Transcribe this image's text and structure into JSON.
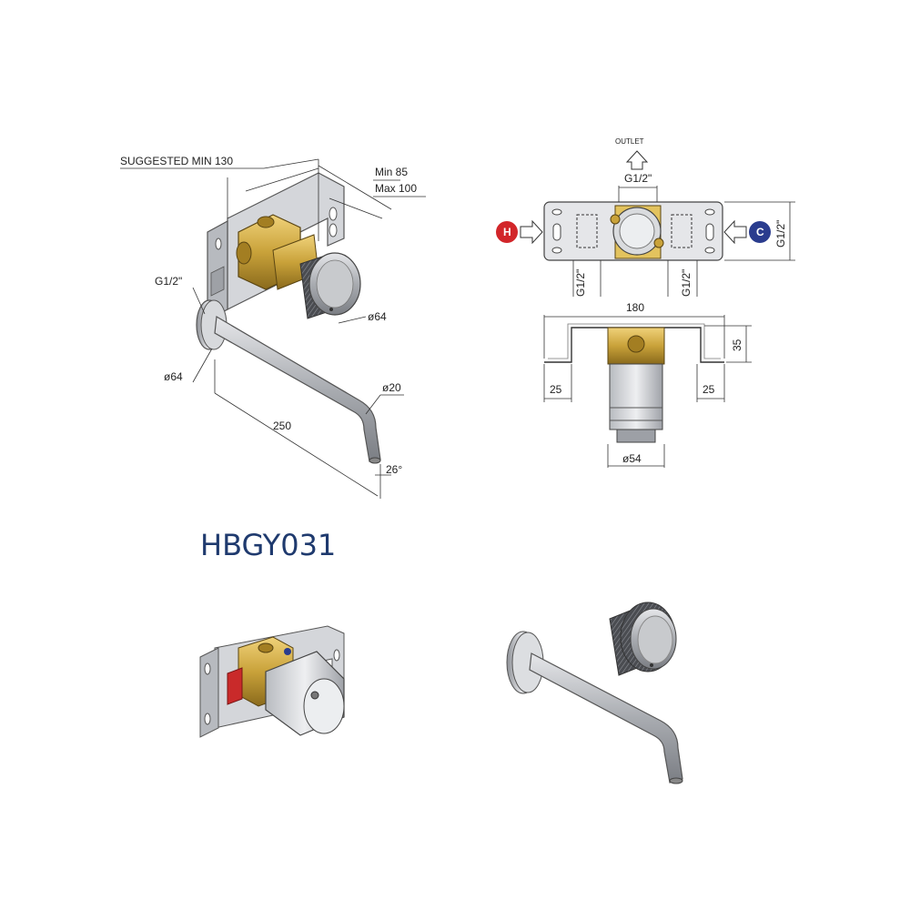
{
  "model_code": "HBGY031",
  "iso_drawing": {
    "suggested_label": "SUGGESTED MIN 130",
    "depth_min": "Min 85",
    "depth_max": "Max 100",
    "spout_thread": "G1/2\"",
    "handle_dia": "ø64",
    "plate_dia": "ø64",
    "spout_dia": "ø20",
    "spout_length": "250",
    "spout_angle": "26°"
  },
  "top_view": {
    "outlet_label": "OUTLET",
    "outlet_thread": "G1/2\"",
    "hot_badge": "H",
    "cold_badge": "C",
    "side_thread": "G1/2\"",
    "left_port_thread": "G1/2\"",
    "right_port_thread": "G1/2\""
  },
  "front_view": {
    "width": "180",
    "height": "35",
    "left_flange": "25",
    "right_flange": "25",
    "body_dia": "ø54"
  },
  "colors": {
    "brass": "#c9a23a",
    "steel": "#a9acb1",
    "bracket": "#d4d6da",
    "hot": "#d2262a",
    "cold": "#2a3c8e",
    "model_text": "#1f3a6e"
  }
}
